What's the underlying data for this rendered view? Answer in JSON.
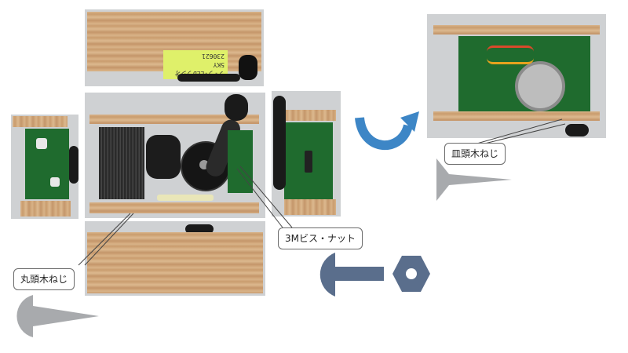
{
  "labels": {
    "round_head_screw": "丸頭木ねじ",
    "bolt_nut": "3Mビス・ナット",
    "flat_head_screw": "皿頭木ねじ"
  },
  "tag": {
    "line1": "ソ-ラ-LEDラジオ 5KY",
    "line2": "230621"
  },
  "colors": {
    "shape_gray": "#a8aaad",
    "shape_blue": "#5a6e8c",
    "arrow_blue": "#3d86c6",
    "wood": "#d4ab7e",
    "pcb": "#1f6b2e"
  }
}
